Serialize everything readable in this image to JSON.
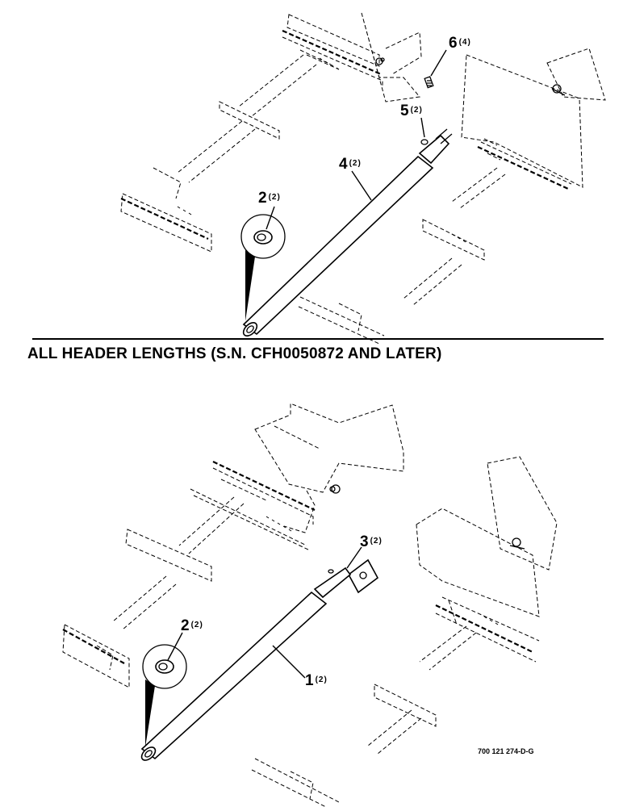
{
  "section_title": "ALL HEADER LENGTHS (S.N. CFH0050872 AND LATER)",
  "document_number": "700 121 274-D-G",
  "callouts_top": [
    {
      "number": "6",
      "qty": "(4)"
    },
    {
      "number": "5",
      "qty": "(2)"
    },
    {
      "number": "4",
      "qty": "(2)"
    },
    {
      "number": "2",
      "qty": "(2)"
    }
  ],
  "callouts_bottom": [
    {
      "number": "3",
      "qty": "(2)"
    },
    {
      "number": "2",
      "qty": "(2)"
    },
    {
      "number": "1",
      "qty": "(2)"
    }
  ]
}
